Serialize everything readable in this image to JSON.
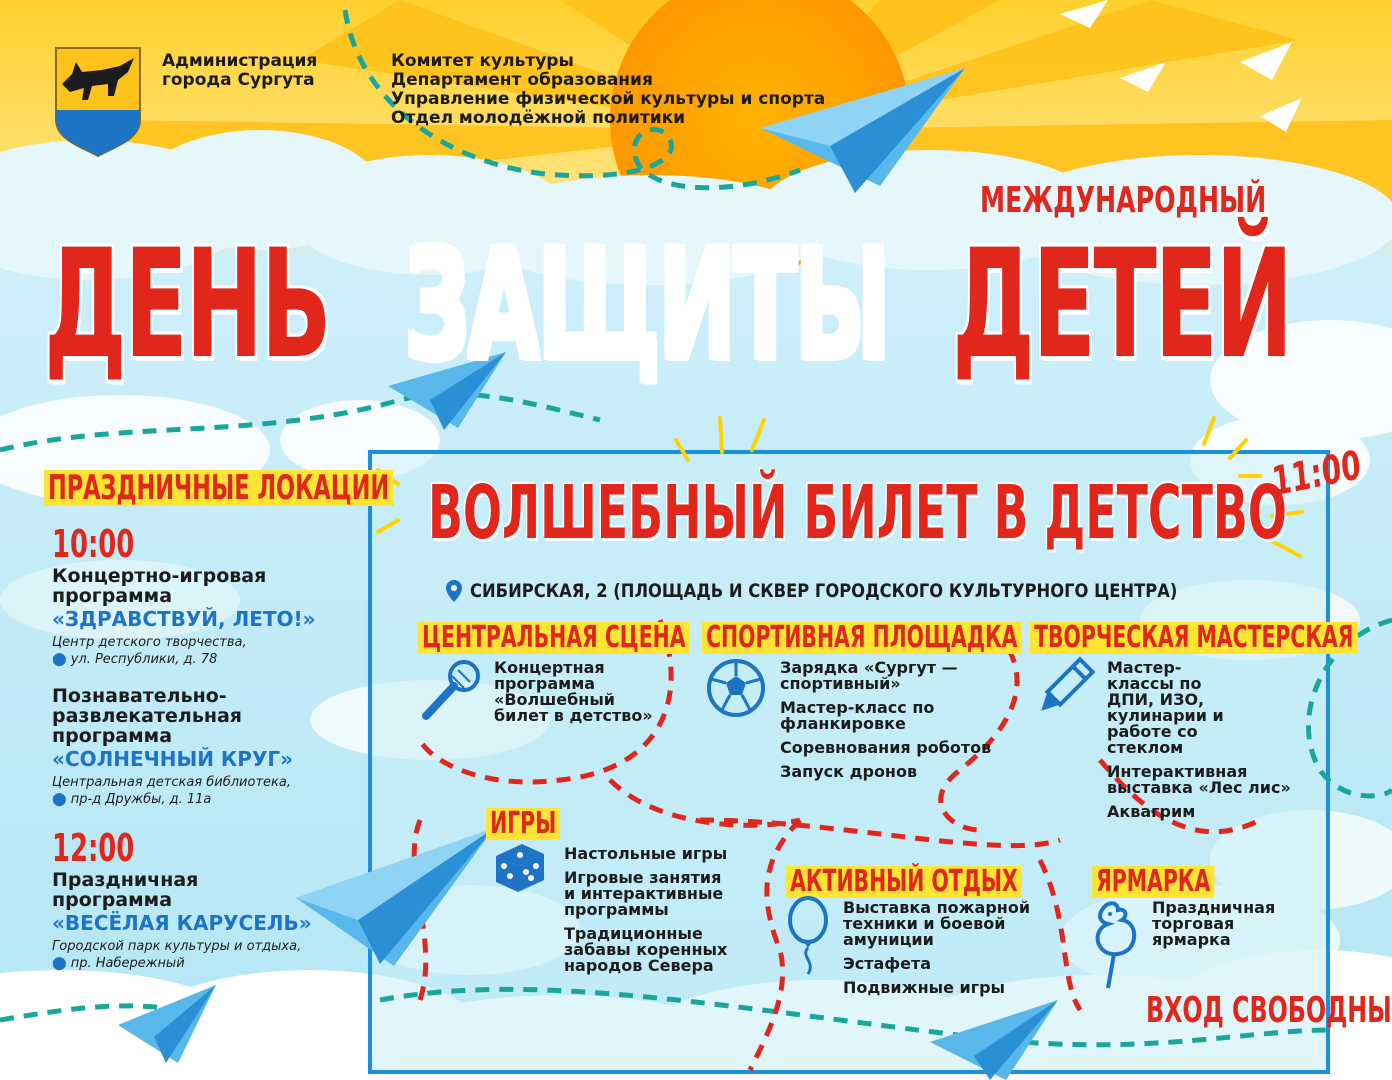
{
  "header": {
    "admin_line1": "Администрация",
    "admin_line2": "города Сургута",
    "orgs": [
      "Комитет культуры",
      "Департамент образования",
      "Управление физической культуры и спорта",
      "Отдел молодёжной политики"
    ]
  },
  "title": {
    "subtitle": "МЕЖДУНАРОДНЫЙ",
    "word1": "ДЕНЬ",
    "word2": "ЗАЩИТЫ",
    "word3": "ДЕТЕЙ"
  },
  "locations": {
    "heading": "ПРАЗДНИЧНЫЕ ЛОКАЦИИ",
    "items": [
      {
        "time": "10:00",
        "type": "Концертно-игровая программа",
        "name": "«ЗДРАВСТВУЙ, ЛЕТО!»",
        "venue": "Центр детского творчества,",
        "address": "ул. Республики, д. 78"
      },
      {
        "time": "",
        "type": "Познавательно-развлекательная программа",
        "name": "«СОЛНЕЧНЫЙ КРУГ»",
        "venue": "Центральная детская библиотека,",
        "address": "пр-д Дружбы, д. 11а"
      },
      {
        "time": "12:00",
        "type": "Праздничная программа",
        "name": "«ВЕСЁЛАЯ КАРУСЕЛЬ»",
        "venue": "Городской парк культуры и отдыха,",
        "address": "пр. Набережный"
      }
    ]
  },
  "main_event": {
    "time": "11:00",
    "title": "ВОЛШЕБНЫЙ БИЛЕТ В ДЕТСТВО",
    "address": "СИБИРСКАЯ, 2 (ПЛОЩАДЬ И СКВЕР ГОРОДСКОГО КУЛЬТУРНОГО ЦЕНТРА)",
    "zones": {
      "stage": {
        "label": "ЦЕНТРАЛЬНАЯ СЦЕНА",
        "icon": "microphone-icon",
        "items": [
          "Концертная программа «Волшебный билет в детство»"
        ]
      },
      "sport": {
        "label": "СПОРТИВНАЯ ПЛОЩАДКА",
        "icon": "soccer-ball-icon",
        "items": [
          "Зарядка «Сургут — спортивный»",
          "Мастер-класс по фланкировке",
          "Соревнования роботов",
          "Запуск дронов"
        ]
      },
      "workshop": {
        "label": "ТВОРЧЕСКАЯ МАСТЕРСКАЯ",
        "icon": "pencil-icon",
        "items": [
          "Мастер-классы по ДПИ, ИЗО, кулинарии и работе со стеклом",
          "Интерактивная выставка «Лес лис»",
          "Аквагрим"
        ]
      },
      "games": {
        "label": "ИГРЫ",
        "icon": "dice-icon",
        "items": [
          "Настольные игры",
          "Игровые занятия и интерактивные программы",
          "Традиционные забавы коренных народов Севера"
        ]
      },
      "active": {
        "label": "АКТИВНЫЙ ОТДЫХ",
        "icon": "balloon-icon",
        "items": [
          "Выставка пожарной техники и боевой амуниции",
          "Эстафета",
          "Подвижные игры"
        ]
      },
      "fair": {
        "label": "ЯРМАРКА",
        "icon": "rooster-lollipop-icon",
        "items": [
          "Праздничная торговая ярмарка"
        ]
      }
    },
    "free_entry": "ВХОД СВОБОДНЫЙ"
  },
  "colors": {
    "red": "#e1261c",
    "orange": "#f7a21b",
    "yellow_label": "#ffe433",
    "sky": "#bde8f5",
    "blue_text": "#1d74c6",
    "frame_blue": "#1d8fe0",
    "dash_red": "#e1261c",
    "dash_teal": "#1aa69b"
  }
}
